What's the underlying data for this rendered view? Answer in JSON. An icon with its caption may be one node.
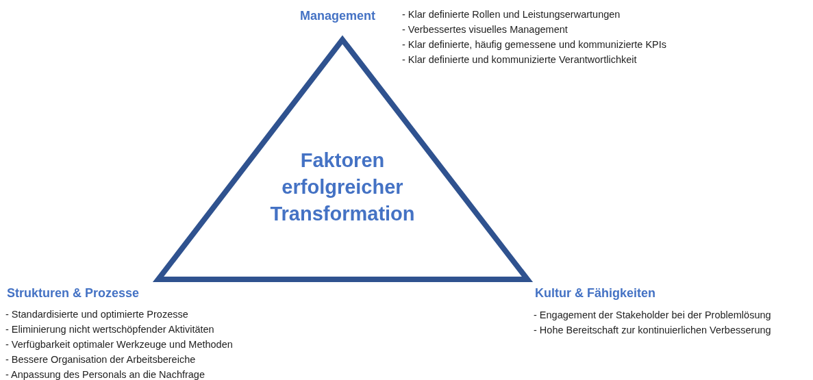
{
  "diagram": {
    "nodes": [
      {
        "text": [
          "Faktoren erfolgreicher Transformation"
        ]
      }
    ],
    "labels": [
      "Management",
      "- Klar definierte Rollen und Leistungserwartungen",
      "- Verbessertes visuelles Management",
      "- Klar definierte, häufig gemessene und kommunizierte KPIs",
      "- Klar definierte und kommunizierte Verantwortlichkeit",
      "Strukturen & Prozesse",
      "- Standardisierte und optimierte Prozesse",
      "- Eliminierung nicht wertschöpfender Aktivitäten",
      "- Verfügbarkeit optimaler Werkzeuge und Methoden",
      "- Bessere Organisation der Arbeitsbereiche",
      "- Anpassung des Personals an die Nachfrage",
      "Kultur & Fähigkeiten",
      "- Engagement der Stakeholder bei der Problemlösung",
      "- Hohe Bereitschaft zur kontinuierlichen Verbesserung"
    ]
  }
}
